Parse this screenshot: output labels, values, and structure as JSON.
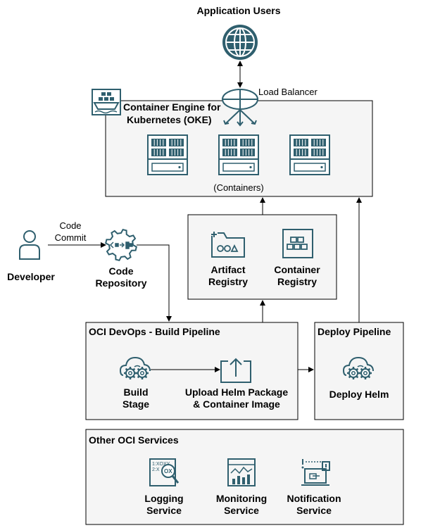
{
  "users": {
    "title": "Application Users"
  },
  "load_balancer": {
    "label": "Load Balancer"
  },
  "oke": {
    "title_line1": "Container Engine for",
    "title_line2": "Kubernetes (OKE)",
    "containers_label": "(Containers)"
  },
  "developer": {
    "label": "Developer"
  },
  "code_commit": {
    "line1": "Code",
    "line2": "Commit"
  },
  "code_repo": {
    "line1": "Code",
    "line2": "Repository"
  },
  "registries": {
    "artifact": {
      "line1": "Artifact",
      "line2": "Registry"
    },
    "container": {
      "line1": "Container",
      "line2": "Registry"
    }
  },
  "build_pipeline": {
    "title": "OCI DevOps - Build Pipeline",
    "build_stage": {
      "line1": "Build",
      "line2": "Stage"
    },
    "upload": {
      "line1": "Upload Helm Package",
      "line2": "& Container Image"
    }
  },
  "deploy_pipeline": {
    "title": "Deploy Pipeline",
    "deploy_helm": "Deploy Helm"
  },
  "other_services": {
    "title": "Other OCI Services",
    "logging": {
      "line1": "Logging",
      "line2": "Service"
    },
    "monitoring": {
      "line1": "Monitoring",
      "line2": "Service"
    },
    "notification": {
      "line1": "Notification",
      "line2": "Service"
    }
  },
  "colors": {
    "icon": "#2f5f6e",
    "box_fill": "#f5f5f5",
    "stroke": "#000000"
  }
}
